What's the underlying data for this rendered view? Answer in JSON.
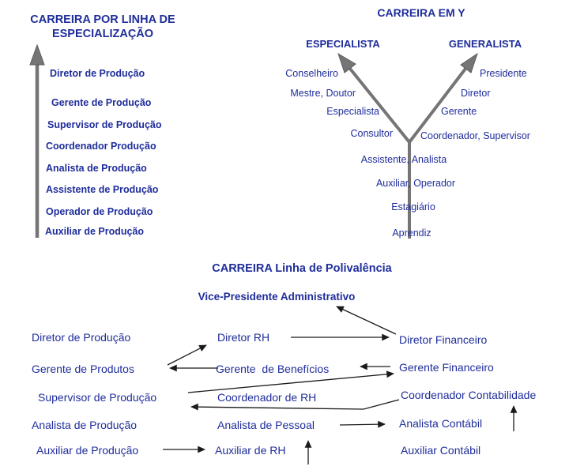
{
  "colors": {
    "text_blue": "#1F2D9B",
    "arrow_gray": "#757575",
    "arrow_gray_border": "#5C5C5C",
    "arrow_black": "#1A1A1A",
    "background": "#FFFFFF"
  },
  "specialization": {
    "title": "CARREIRA POR LINHA DE\nESPECIALIZAÇÃO",
    "levels": [
      "Diretor de Produção",
      "Gerente de Produção",
      "Supervisor de Produção",
      "Coordenador Produção",
      "Analista de Produção",
      "Assistente de Produção",
      "Operador de Produção",
      "Auxiliar de Produção"
    ]
  },
  "y_career": {
    "title": "CARREIRA EM Y",
    "specialist_header": "ESPECIALISTA",
    "generalist_header": "GENERALISTA",
    "specialist_branch": [
      "Conselheiro",
      "Mestre, Doutor",
      "Especialista",
      "Consultor"
    ],
    "generalist_branch": [
      "Presidente",
      "Diretor",
      "Gerente",
      "Coordenador, Supervisor"
    ],
    "trunk": [
      "Assistente, Analista",
      "Auxiliar, Operador",
      "Estagiário",
      "Aprendiz"
    ]
  },
  "polyvalence": {
    "title": "CARREIRA  Linha de Polivalência",
    "top_role": "Vice-Presidente Administrativo",
    "production_column": [
      "Diretor de Produção",
      "Gerente de Produtos",
      "Supervisor de Produção",
      "Analista de Produção",
      "Auxiliar de Produção"
    ],
    "hr_column": [
      "Diretor RH",
      "Gerente  de Benefícios",
      "Coordenador de RH",
      "Analista de Pessoal",
      "Auxiliar de RH"
    ],
    "finance_column": [
      "Diretor Financeiro",
      "Gerente Financeiro",
      "Coordenador Contabilidade",
      "Analista Contábil",
      "Auxiliar Contábil"
    ],
    "connections": [
      {
        "from": "Gerente de Produtos",
        "to": "Diretor RH"
      },
      {
        "from": "Gerente de Benefícios",
        "to": "Gerente de Produtos"
      },
      {
        "from": "Diretor RH",
        "to": "Diretor Financeiro"
      },
      {
        "from": "Diretor Financeiro",
        "to": "Vice-Presidente Administrativo"
      },
      {
        "from": "Gerente Financeiro",
        "to": "Gerente de Benefícios"
      },
      {
        "from": "Supervisor de Produção",
        "to": "Gerente Financeiro"
      },
      {
        "from": "Coordenador Contabilidade",
        "to": "Supervisor de Produção"
      },
      {
        "from": "Analista de Pessoal",
        "to": "Analista Contábil"
      },
      {
        "from": "Auxiliar de Produção",
        "to": "Auxiliar de RH"
      },
      {
        "from": "Auxiliar de RH",
        "to": "Analista de Pessoal"
      },
      {
        "from": "Analista Contábil",
        "to": "Coordenador Contabilidade"
      }
    ]
  }
}
